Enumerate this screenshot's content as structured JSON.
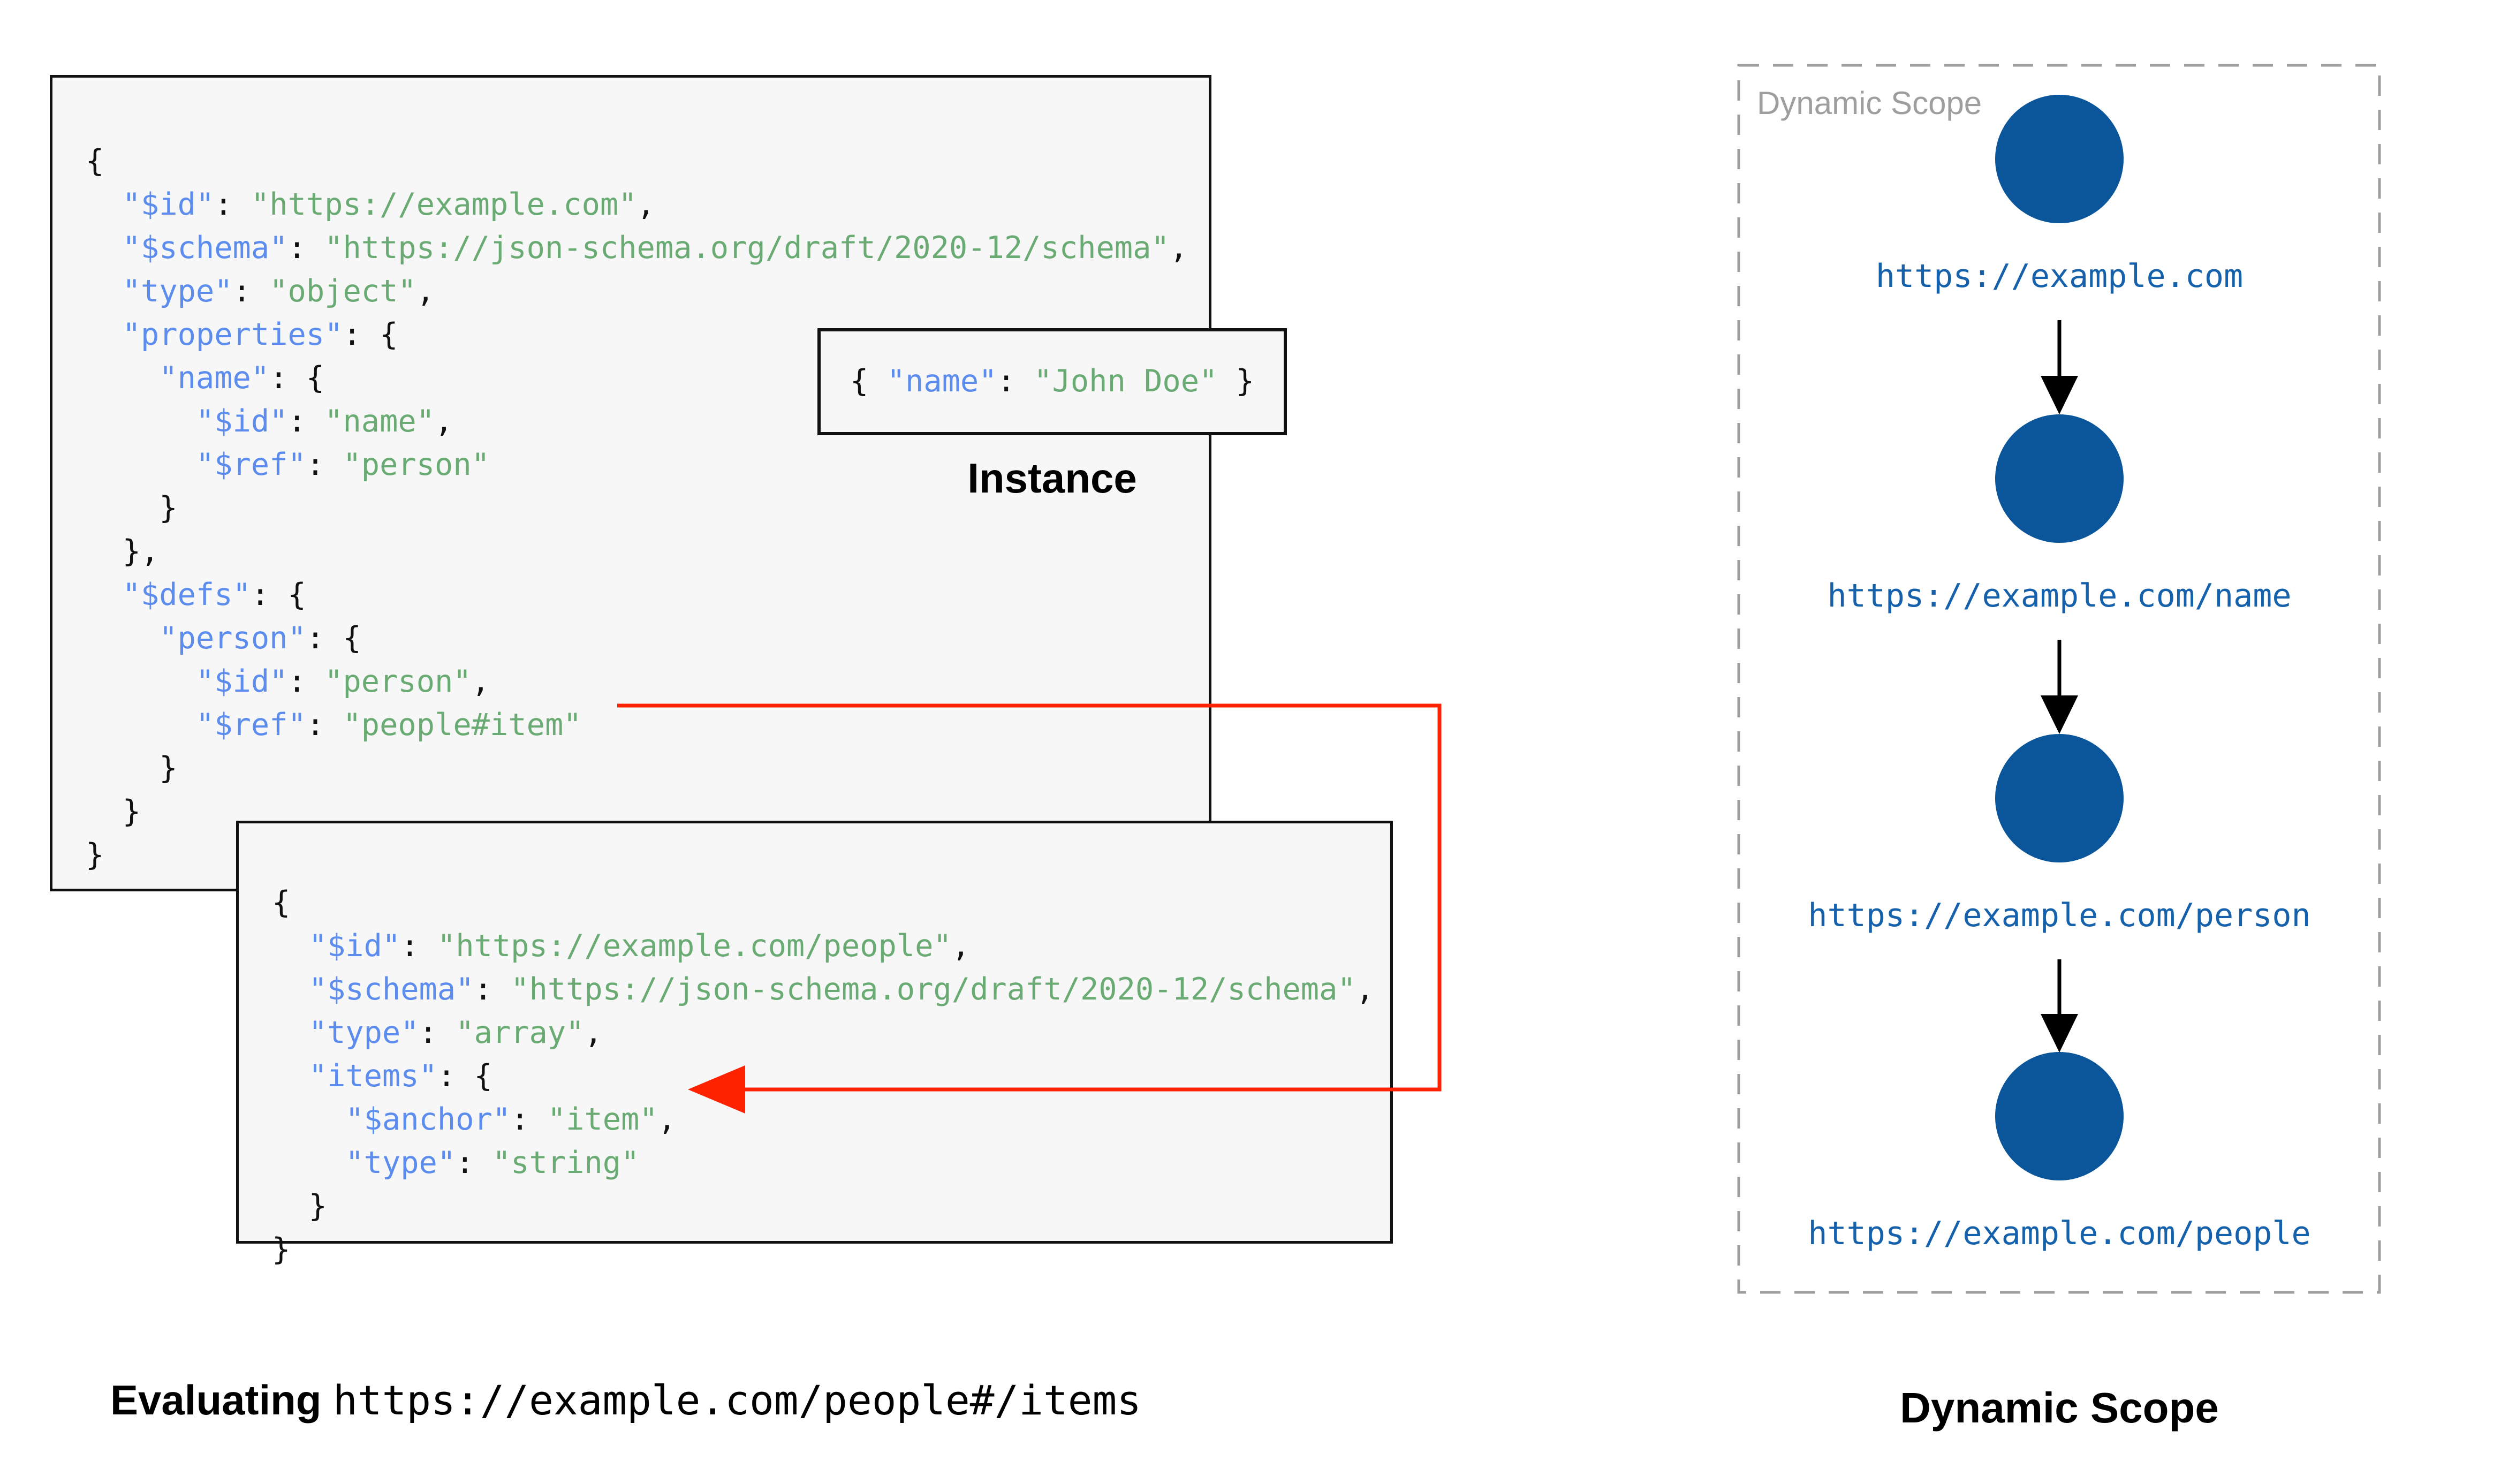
{
  "colors": {
    "circle": "#0b569b",
    "node_label": "#1561ab",
    "key": "#5b8cee",
    "string": "#6aab74",
    "punct": "#111111",
    "red": "#ff2200",
    "gray_label": "#9e9e9e",
    "box_bg": "#f7f7f7"
  },
  "schema1": {
    "lines": [
      [
        [
          "p",
          "{"
        ]
      ],
      [
        [
          "p",
          "  "
        ],
        [
          "k",
          "\"$id\""
        ],
        [
          "p",
          ": "
        ],
        [
          "s",
          "\"https://example.com\""
        ],
        [
          "p",
          ","
        ]
      ],
      [
        [
          "p",
          "  "
        ],
        [
          "k",
          "\"$schema\""
        ],
        [
          "p",
          ": "
        ],
        [
          "s",
          "\"https://json-schema.org/draft/2020-12/schema\""
        ],
        [
          "p",
          ","
        ]
      ],
      [
        [
          "p",
          "  "
        ],
        [
          "k",
          "\"type\""
        ],
        [
          "p",
          ": "
        ],
        [
          "s",
          "\"object\""
        ],
        [
          "p",
          ","
        ]
      ],
      [
        [
          "p",
          "  "
        ],
        [
          "k",
          "\"properties\""
        ],
        [
          "p",
          ": {"
        ]
      ],
      [
        [
          "p",
          "    "
        ],
        [
          "k",
          "\"name\""
        ],
        [
          "p",
          ": {"
        ]
      ],
      [
        [
          "p",
          "      "
        ],
        [
          "k",
          "\"$id\""
        ],
        [
          "p",
          ": "
        ],
        [
          "s",
          "\"name\""
        ],
        [
          "p",
          ","
        ]
      ],
      [
        [
          "p",
          "      "
        ],
        [
          "k",
          "\"$ref\""
        ],
        [
          "p",
          ": "
        ],
        [
          "s",
          "\"person\""
        ]
      ],
      [
        [
          "p",
          "    }"
        ]
      ],
      [
        [
          "p",
          "  },"
        ]
      ],
      [
        [
          "p",
          "  "
        ],
        [
          "k",
          "\"$defs\""
        ],
        [
          "p",
          ": {"
        ]
      ],
      [
        [
          "p",
          "    "
        ],
        [
          "k",
          "\"person\""
        ],
        [
          "p",
          ": {"
        ]
      ],
      [
        [
          "p",
          "      "
        ],
        [
          "k",
          "\"$id\""
        ],
        [
          "p",
          ": "
        ],
        [
          "s",
          "\"person\""
        ],
        [
          "p",
          ","
        ]
      ],
      [
        [
          "p",
          "      "
        ],
        [
          "k",
          "\"$ref\""
        ],
        [
          "p",
          ": "
        ],
        [
          "s",
          "\"people#item\""
        ]
      ],
      [
        [
          "p",
          "    }"
        ]
      ],
      [
        [
          "p",
          "  }"
        ]
      ],
      [
        [
          "p",
          "}"
        ]
      ]
    ]
  },
  "schema2": {
    "lines": [
      [
        [
          "p",
          "{"
        ]
      ],
      [
        [
          "p",
          "  "
        ],
        [
          "k",
          "\"$id\""
        ],
        [
          "p",
          ": "
        ],
        [
          "s",
          "\"https://example.com/people\""
        ],
        [
          "p",
          ","
        ]
      ],
      [
        [
          "p",
          "  "
        ],
        [
          "k",
          "\"$schema\""
        ],
        [
          "p",
          ": "
        ],
        [
          "s",
          "\"https://json-schema.org/draft/2020-12/schema\""
        ],
        [
          "p",
          ","
        ]
      ],
      [
        [
          "p",
          "  "
        ],
        [
          "k",
          "\"type\""
        ],
        [
          "p",
          ": "
        ],
        [
          "s",
          "\"array\""
        ],
        [
          "p",
          ","
        ]
      ],
      [
        [
          "p",
          "  "
        ],
        [
          "k",
          "\"items\""
        ],
        [
          "p",
          ": {"
        ]
      ],
      [
        [
          "p",
          "    "
        ],
        [
          "k",
          "\"$anchor\""
        ],
        [
          "p",
          ": "
        ],
        [
          "s",
          "\"item\""
        ],
        [
          "p",
          ","
        ]
      ],
      [
        [
          "p",
          "    "
        ],
        [
          "k",
          "\"type\""
        ],
        [
          "p",
          ": "
        ],
        [
          "s",
          "\"string\""
        ]
      ],
      [
        [
          "p",
          "  }"
        ]
      ],
      [
        [
          "p",
          "}"
        ]
      ]
    ]
  },
  "instance": {
    "label": "Instance",
    "lines": [
      [
        [
          "p",
          "{ "
        ],
        [
          "k",
          "\"name\""
        ],
        [
          "p",
          ": "
        ],
        [
          "s",
          "\"John Doe\""
        ],
        [
          "p",
          " }"
        ]
      ]
    ]
  },
  "scope": {
    "panel_label": "Dynamic Scope",
    "caption": "Dynamic Scope",
    "nodes": [
      {
        "url": "https://example.com"
      },
      {
        "url": "https://example.com/name"
      },
      {
        "url": "https://example.com/person"
      },
      {
        "url": "https://example.com/people"
      }
    ]
  },
  "caption": {
    "evaluating": "Evaluating ",
    "url": "https://example.com/people#/items"
  }
}
